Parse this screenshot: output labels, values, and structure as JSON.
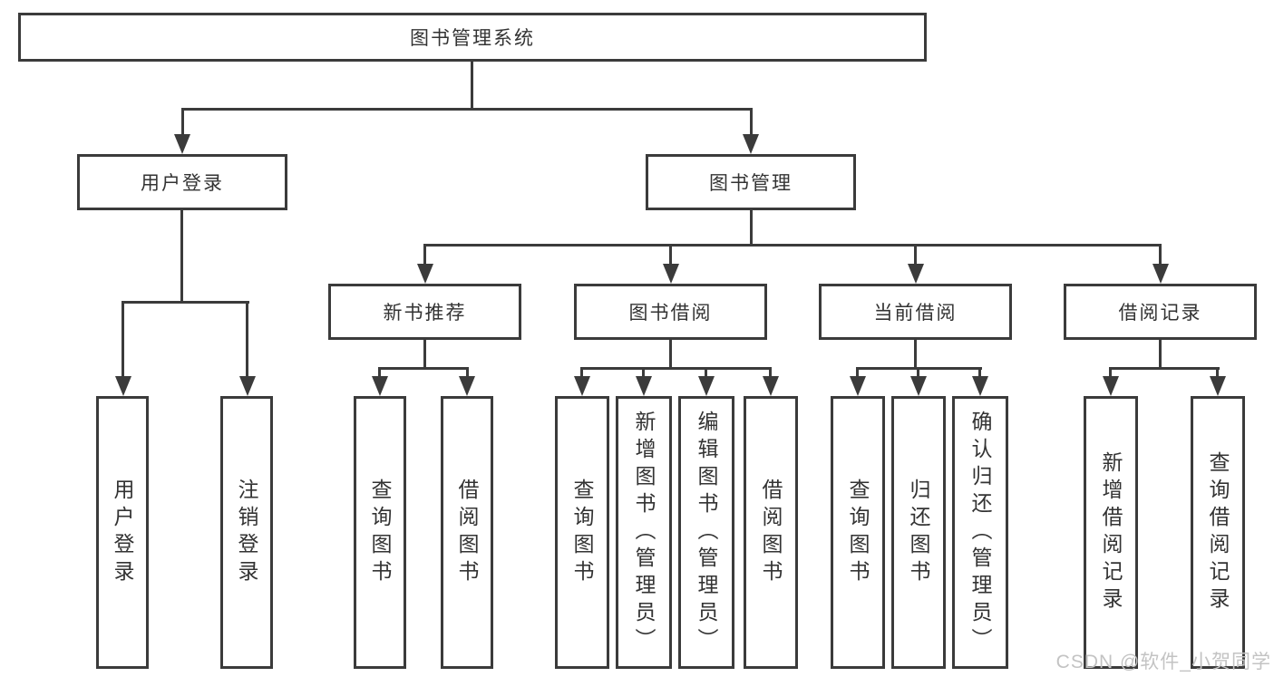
{
  "tree": {
    "root": "图书管理系统",
    "level2": [
      {
        "label": "用户登录",
        "leaves": [
          "用户登录",
          "注销登录"
        ]
      },
      {
        "label": "图书管理"
      }
    ],
    "level3": [
      {
        "label": "新书推荐",
        "leaves": [
          "查询图书",
          "借阅图书"
        ]
      },
      {
        "label": "图书借阅",
        "leaves": [
          "查询图书",
          "新增图书（管理员）",
          "编辑图书（管理员）",
          "借阅图书"
        ]
      },
      {
        "label": "当前借阅",
        "leaves": [
          "查询图书",
          "归还图书",
          "确认归还（管理员）"
        ]
      },
      {
        "label": "借阅记录",
        "leaves": [
          "新增借阅记录",
          "查询借阅记录"
        ]
      }
    ]
  },
  "watermark": {
    "text": "CSDN @软件_小贺同学"
  },
  "colors": {
    "line": "#3b3b3b",
    "box_fill": "#ffffff",
    "text": "#333333",
    "watermark": "#c3c3c3",
    "background": "#ffffff"
  }
}
